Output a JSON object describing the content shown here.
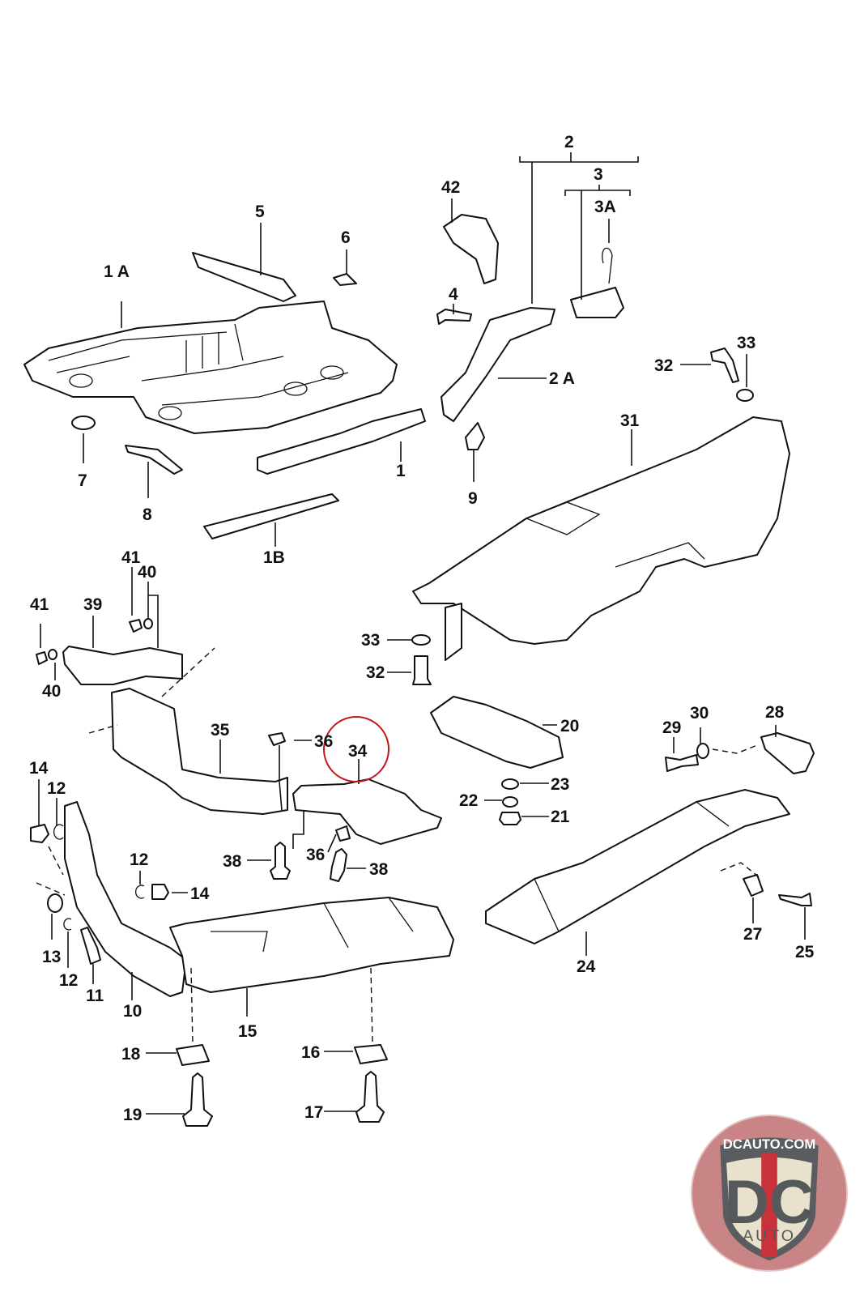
{
  "diagram": {
    "title": "Floor pan and underbody heat shields exploded parts diagram",
    "highlighted_part": "34",
    "highlight_color": "#c0161c",
    "labels": [
      {
        "id": "l1A",
        "text": "1 A"
      },
      {
        "id": "l1",
        "text": "1"
      },
      {
        "id": "l1B",
        "text": "1B"
      },
      {
        "id": "l2",
        "text": "2"
      },
      {
        "id": "l2A",
        "text": "2 A"
      },
      {
        "id": "l3",
        "text": "3"
      },
      {
        "id": "l3A",
        "text": "3A"
      },
      {
        "id": "l4",
        "text": "4"
      },
      {
        "id": "l5",
        "text": "5"
      },
      {
        "id": "l6",
        "text": "6"
      },
      {
        "id": "l7",
        "text": "7"
      },
      {
        "id": "l8",
        "text": "8"
      },
      {
        "id": "l9",
        "text": "9"
      },
      {
        "id": "l10",
        "text": "10"
      },
      {
        "id": "l11",
        "text": "11"
      },
      {
        "id": "l12a",
        "text": "12"
      },
      {
        "id": "l12b",
        "text": "12"
      },
      {
        "id": "l12c",
        "text": "12"
      },
      {
        "id": "l13",
        "text": "13"
      },
      {
        "id": "l14a",
        "text": "14"
      },
      {
        "id": "l14b",
        "text": "14"
      },
      {
        "id": "l15",
        "text": "15"
      },
      {
        "id": "l16",
        "text": "16"
      },
      {
        "id": "l17",
        "text": "17"
      },
      {
        "id": "l18",
        "text": "18"
      },
      {
        "id": "l19",
        "text": "19"
      },
      {
        "id": "l20",
        "text": "20"
      },
      {
        "id": "l21",
        "text": "21"
      },
      {
        "id": "l22",
        "text": "22"
      },
      {
        "id": "l23",
        "text": "23"
      },
      {
        "id": "l24",
        "text": "24"
      },
      {
        "id": "l25",
        "text": "25"
      },
      {
        "id": "l27",
        "text": "27"
      },
      {
        "id": "l28",
        "text": "28"
      },
      {
        "id": "l29",
        "text": "29"
      },
      {
        "id": "l30",
        "text": "30"
      },
      {
        "id": "l31",
        "text": "31"
      },
      {
        "id": "l32a",
        "text": "32"
      },
      {
        "id": "l32b",
        "text": "32"
      },
      {
        "id": "l33a",
        "text": "33"
      },
      {
        "id": "l33b",
        "text": "33"
      },
      {
        "id": "l34",
        "text": "34"
      },
      {
        "id": "l35",
        "text": "35"
      },
      {
        "id": "l36a",
        "text": "36"
      },
      {
        "id": "l36b",
        "text": "36"
      },
      {
        "id": "l38a",
        "text": "38"
      },
      {
        "id": "l38b",
        "text": "38"
      },
      {
        "id": "l39",
        "text": "39"
      },
      {
        "id": "l40a",
        "text": "40"
      },
      {
        "id": "l40b",
        "text": "40"
      },
      {
        "id": "l41a",
        "text": "41"
      },
      {
        "id": "l41b",
        "text": "41"
      },
      {
        "id": "l42",
        "text": "42"
      }
    ]
  },
  "logo": {
    "top_text": "DCAUTO.COM",
    "main_text": "DC",
    "sub_text": "AUTO",
    "colors": {
      "ring": "#c98585",
      "shield": "#e8e2cc",
      "text": "#56595c",
      "stripe": "#c8323a"
    }
  }
}
